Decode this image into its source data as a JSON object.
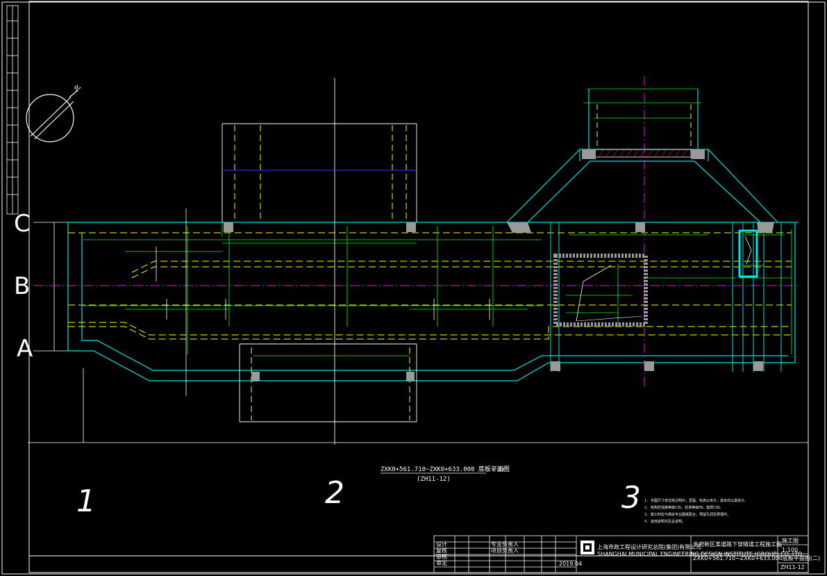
{
  "drawing": {
    "plan_title": "ZXK0+561.710~ZXK0+633.000 底板平面图",
    "plan_subtitle": "(ZH11-12)",
    "scale": "1:100",
    "axis_labels": [
      "C",
      "B",
      "A"
    ],
    "region_numbers": [
      "1",
      "2",
      "3"
    ],
    "north_mark": "北",
    "notes": [
      "1. 本图尺寸单位除注明外，里程、标高以米计，其余均以毫米计。",
      "2. 结构砼强度等级C35，抗渗等级P8，垫层C20。",
      "3. 施工时应与相关专业图纸配合，预留孔洞及预埋件。",
      "4. 其他说明详见总说明。"
    ]
  },
  "title_block": {
    "company": "上海市政工程设计研究总院(集团)有限公司",
    "company_en": "SHANGHAI MUNICIPAL ENGINEERING DESIGN INSTITUTE (GROUP) CO.,LTD.",
    "project": "天府新区某道路下穿隧道工程施工图",
    "drawing_name": "ZXK0+561.710~ZXK0+633.000底板平面图(二)",
    "sheet_no": "ZH11-12",
    "design_phase": "施工图",
    "scale": "1:100",
    "date": "2019.04",
    "roles": [
      "设计",
      "复核",
      "审核",
      "审定",
      "专业负责人",
      "项目负责人"
    ]
  },
  "colors": {
    "background": "#000000",
    "frame": "#ffffff",
    "cyan": "#00e5e5",
    "yellow": "#ffff00",
    "green": "#00ff00",
    "magenta": "#ff00ff",
    "blue": "#3a3aff",
    "red": "#ff2020",
    "gray": "#9a9a9a"
  }
}
